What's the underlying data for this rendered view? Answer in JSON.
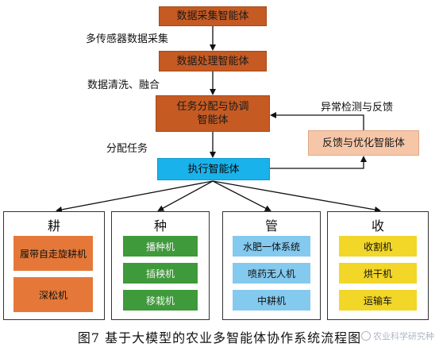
{
  "nodes": {
    "data_collection": "数据采集智能体",
    "data_processing": "数据处理智能体",
    "task_allocation_line1": "任务分配与协调",
    "task_allocation_line2": "智能体",
    "execution": "执行智能体",
    "feedback": "反馈与优化智能体"
  },
  "edges": {
    "multi_sensor": "多传感器数据采集",
    "cleaning_fusion": "数据清洗、融合",
    "assign_task": "分配任务",
    "anomaly_feedback": "异常检测与反馈"
  },
  "panels": [
    {
      "title": "耕",
      "items": [
        "履带自走旋耕机",
        "深松机"
      ]
    },
    {
      "title": "种",
      "items": [
        "播种机",
        "插秧机",
        "移栽机"
      ]
    },
    {
      "title": "管",
      "items": [
        "水肥一体系统",
        "喷药无人机",
        "中耕机"
      ]
    },
    {
      "title": "收",
      "items": [
        "收割机",
        "烘干机",
        "运输车"
      ]
    }
  ],
  "caption": "图7  基于大模型的农业多智能体协作系统流程图",
  "watermark": "农业科学研究种",
  "colors": {
    "rust": "#c55a23",
    "peach": "#f6c6a8",
    "cyan": "#1ab2ea",
    "orange": "#e57838",
    "green": "#3e9a3a",
    "blue": "#84c9ee",
    "yellow": "#f2d628"
  }
}
